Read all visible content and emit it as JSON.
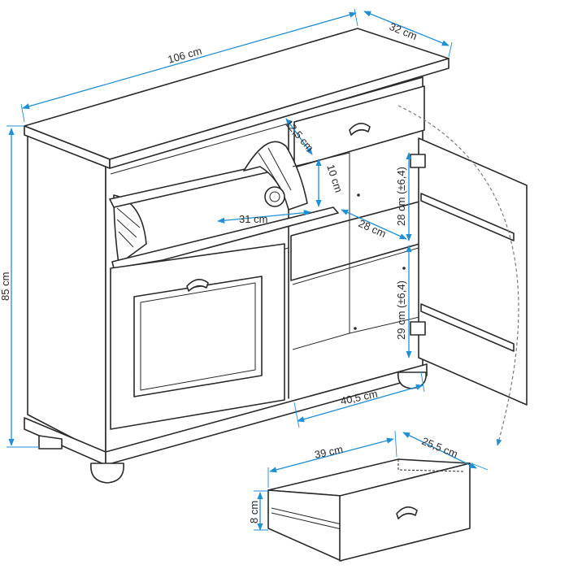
{
  "colors": {
    "outline": "#2a2a2a",
    "dimension": "#1f8fd6",
    "background": "#ffffff"
  },
  "dimensions": {
    "overall_width": "106 cm",
    "overall_depth": "32 cm",
    "overall_height": "85 cm",
    "flap_depth": "12,5 cm",
    "flap_height": "10 cm",
    "flap_width": "31 cm",
    "shelf_depth": "28 cm",
    "upper_compartment_height": "28 cm (±6,4)",
    "lower_compartment_height": "29 cm (±6,4)",
    "compartment_width": "40,5 cm",
    "drawer_width": "39 cm",
    "drawer_depth": "25,5 cm",
    "drawer_height": "8 cm"
  }
}
